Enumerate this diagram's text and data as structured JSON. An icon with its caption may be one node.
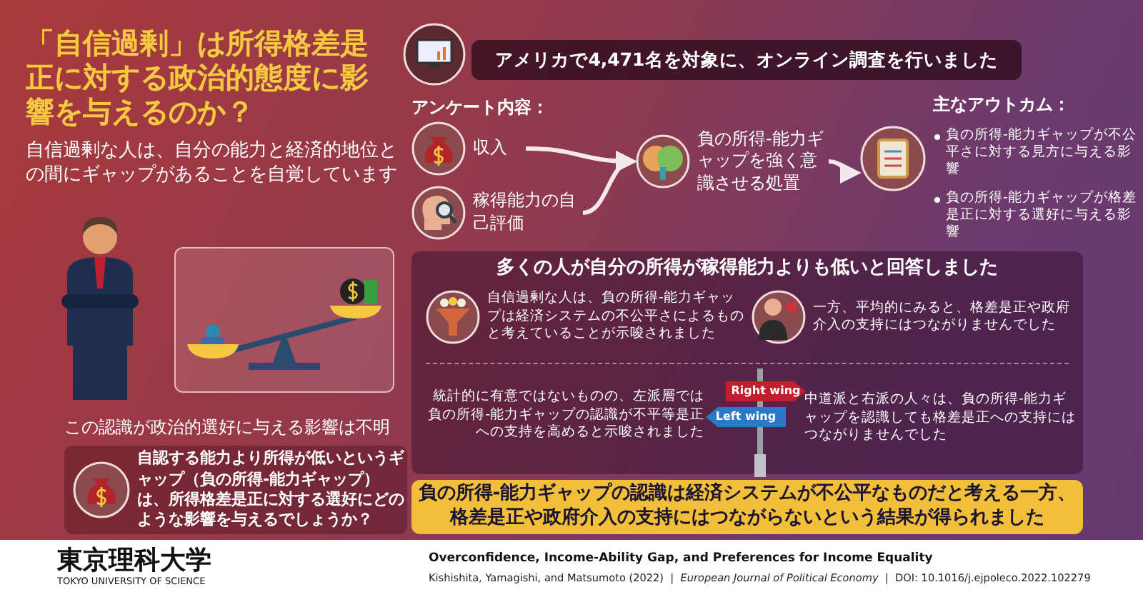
{
  "diagram": {
    "title": "「自信過剰」は所得格差是正に対する政治的態度に影響を与えるのか？",
    "nodes": [
      {
        "text": [
          "アメリカで4,471名を対象に、オンライン調査を行いました"
        ]
      },
      {
        "text": [
          "収入"
        ]
      },
      {
        "text": [
          "稼得能力の自己評価"
        ]
      },
      {
        "text": [
          "負の所得-能力ギャップを強く意識させる処置"
        ]
      },
      {
        "text": [
          "主なアウトカム：",
          "負の所得-能力ギャップが不公平さに対する見方に与える影響",
          "負の所得-能力ギャップが格差是正に対する選好に与える影響"
        ]
      },
      {
        "text": [
          "自認する能力より所得が低いというギャップ（負の所得-能力ギャップ）は、所得格差是正に対する選好にどのような影響を与えるでしょうか？"
        ]
      },
      {
        "text": [
          "多くの人が自分の所得が稼得能力よりも低いと回答しました"
        ]
      },
      {
        "text": [
          "自信過剰な人は、負の所得-能力ギャップは経済システムの不公平さによるものと考えていることが示唆されました"
        ],
        "in": 6
      },
      {
        "text": [
          "一方、平均的にみると、格差是正や政府介入の支持にはつながりませんでした"
        ],
        "in": 6
      },
      {
        "text": [
          "統計的に有意ではないものの、左派層では負の所得-能力ギャップの認識が不平等是正への支持を高めると示唆されました"
        ],
        "in": 6
      },
      {
        "text": [
          "中道派と右派の人々は、負の所得-能力ギャップを認識しても格差是正への支持にはつながりませんでした"
        ],
        "in": 6
      },
      {
        "text": [
          "負の所得-能力ギャップの認識は経済システムが不公平なものだと考える一方、格差是正や政府介入の支持にはつながらないという結果が得られました"
        ]
      }
    ],
    "edges": [
      {
        "from": 1,
        "to": 3,
        "arrow": "to"
      },
      {
        "from": 2,
        "to": 3,
        "arrow": "to"
      },
      {
        "from": 3,
        "to": 4,
        "arrow": "to"
      }
    ],
    "labels": [
      "自信過剰な人は、自分の能力と経済的地位との間にギャップがあることを自覚しています",
      "アンケート内容：",
      "この認識が政治的選好に与える影響は不明",
      "Right wing",
      "Left wing",
      "東京理科大学",
      "TOKYO UNIVERSITY OF SCIENCE",
      "Overconfidence, Income-Ability Gap, and Preferences for Income Equality",
      "Kishishita, Yamagishi, and Matsumoto (2022)  |  *European Journal of Political Economy*  |  DOI: 10.1016/j.ejpoleco.2022.102279"
    ]
  }
}
